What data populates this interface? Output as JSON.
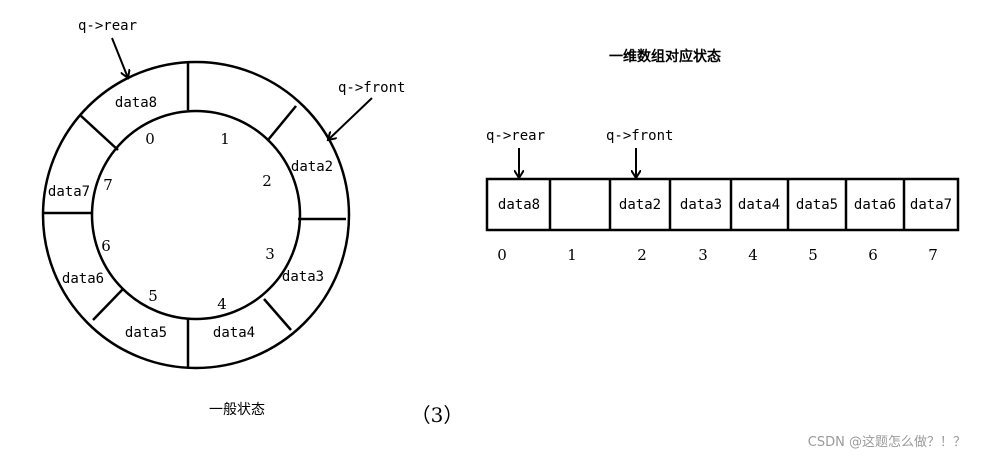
{
  "ring": {
    "rear_label": "q->rear",
    "front_label": "q->front",
    "segment_labels": [
      "data8",
      "",
      "data2",
      "data3",
      "data4",
      "data5",
      "data6",
      "data7"
    ],
    "index_labels": [
      "0",
      "1",
      "2",
      "3",
      "4",
      "5",
      "6",
      "7"
    ],
    "caption": "一般状态"
  },
  "array": {
    "title": "一维数组对应状态",
    "rear_label": "q->rear",
    "front_label": "q->front",
    "cells": [
      "data8",
      "",
      "data2",
      "data3",
      "data4",
      "data5",
      "data6",
      "data7"
    ],
    "indices": [
      "0",
      "1",
      "2",
      "3",
      "4",
      "5",
      "6",
      "7"
    ]
  },
  "figure_number": "（3）",
  "watermark": "CSDN @这题怎么做？！？"
}
